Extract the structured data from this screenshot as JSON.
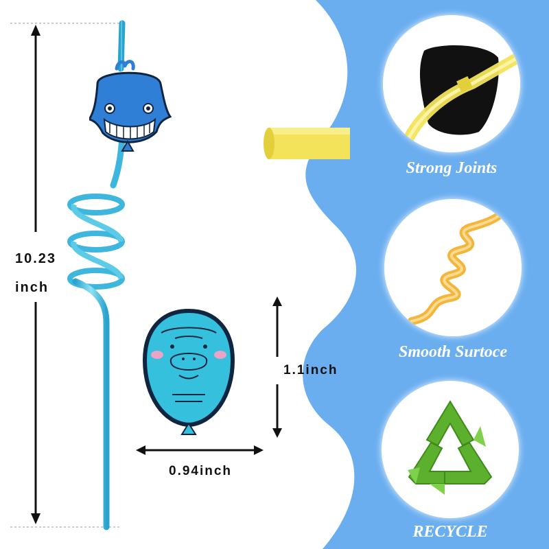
{
  "dimensions": {
    "straw_length_value": "10.23",
    "straw_length_unit": "inch",
    "charm_height": "1.1inch",
    "charm_width": "0.94inch"
  },
  "features": [
    {
      "label": "Strong Joints",
      "icon": "straw-joint-icon"
    },
    {
      "label": "Smooth Surtoce",
      "icon": "spiral-straw-icon"
    },
    {
      "label": "RECYCLE",
      "icon": "recycle-icon"
    }
  ],
  "colors": {
    "panel_blue": "#6aaef0",
    "straw_blue": "#3fb6dd",
    "whale_blue": "#2f7fd6",
    "manatee_blue": "#35c0de",
    "yellow": "#f2e35a",
    "orange": "#f3b53c",
    "recycle_green": "#5db02e"
  }
}
